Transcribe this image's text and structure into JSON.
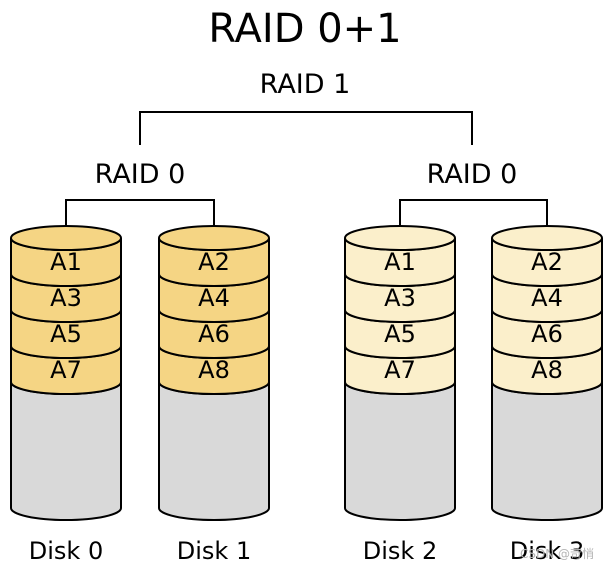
{
  "title": "RAID 0+1",
  "top_label": "RAID 1",
  "groups": [
    {
      "label": "RAID 0",
      "fill": "#f5d584"
    },
    {
      "label": "RAID 0",
      "fill": "#fbefcb"
    }
  ],
  "disks": [
    {
      "name": "Disk 0",
      "blocks": [
        "A1",
        "A3",
        "A5",
        "A7"
      ]
    },
    {
      "name": "Disk 1",
      "blocks": [
        "A2",
        "A4",
        "A6",
        "A8"
      ]
    },
    {
      "name": "Disk 2",
      "blocks": [
        "A1",
        "A3",
        "A5",
        "A7"
      ]
    },
    {
      "name": "Disk 3",
      "blocks": [
        "A2",
        "A4",
        "A6",
        "A8"
      ]
    }
  ],
  "colors": {
    "empty": "#d9d9d9",
    "stroke": "#000000"
  },
  "watermark": "CSDN @苛悄"
}
